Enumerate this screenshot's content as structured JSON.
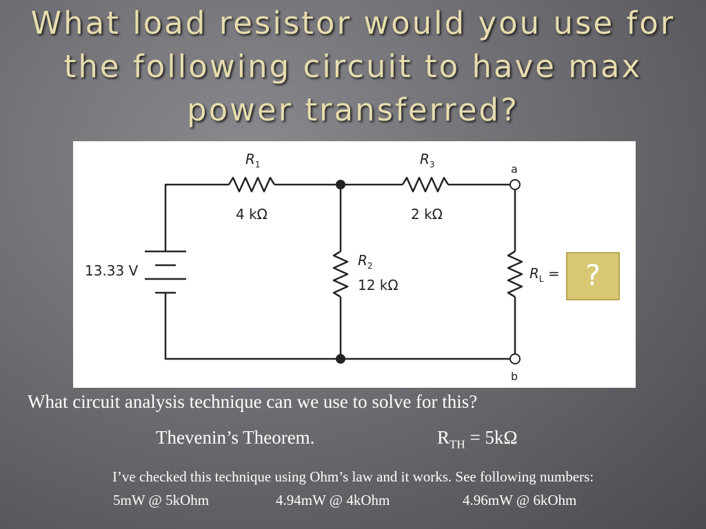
{
  "slide": {
    "title": "What load resistor would you use for the following circuit to have max power transferred?"
  },
  "circuit": {
    "r1_label": "R",
    "r1_sub": "1",
    "r1_value": "4 kΩ",
    "r2_label": "R",
    "r2_sub": "2",
    "r2_value": "12 kΩ",
    "r3_label": "R",
    "r3_sub": "3",
    "r3_value": "2 kΩ",
    "rl_label": "R",
    "rl_sub": "L",
    "rl_equals": " =",
    "source_voltage": "13.33 V",
    "node_a": "a",
    "node_b": "b",
    "answer_box_text": "?"
  },
  "text": {
    "question": "What circuit analysis technique can we use to  solve for this?",
    "answer": "Thevenin’s Theorem.",
    "rth_label": "R",
    "rth_sub": "TH",
    "rth_value": " = 5kΩ",
    "note": "I’ve checked this technique using Ohm’s law and it works. See following numbers:",
    "numbers": [
      "5mW @ 5kOhm",
      "4.94mW @ 4kOhm",
      "4.96mW @ 6kOhm"
    ]
  },
  "colors": {
    "title": "#e6dcae",
    "answer_box": "#d8c874",
    "wire": "#222222"
  }
}
